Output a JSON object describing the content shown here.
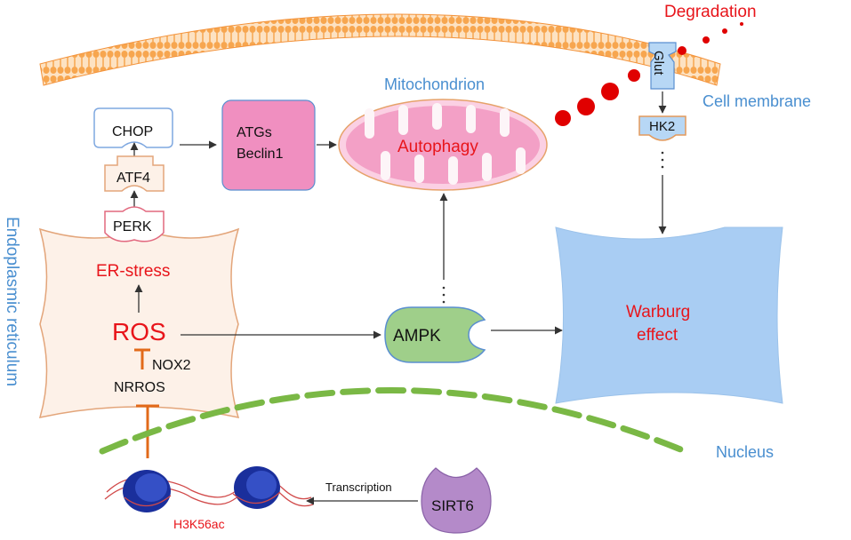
{
  "labels": {
    "degradation": "Degradation",
    "glut": "Glut",
    "cell_membrane": "Cell membrane",
    "mitochondrion": "Mitochondrion",
    "autophagy": "Autophagy",
    "hk2": "HK2",
    "chop": "CHOP",
    "atf4": "ATF4",
    "perk": "PERK",
    "atgs": "ATGs",
    "beclin1": "Beclin1",
    "er_stress": "ER-stress",
    "ros": "ROS",
    "nox2": "NOX2",
    "nrros": "NRROS",
    "ampk": "AMPK",
    "warburg_line1": "Warburg",
    "warburg_line2": "effect",
    "endoplasmic_reticulum": "Endoplasmic reticulum",
    "nucleus": "Nucleus",
    "sirt6": "SIRT6",
    "transcription": "Transcription",
    "h3k56ac": "H3K56ac"
  },
  "colors": {
    "red_text": "#e8151b",
    "blue_text": "#4a8fd0",
    "membrane": "#f7a64f",
    "er_fill": "#fdf1e8",
    "er_stroke": "#e3a57a",
    "mito_fill": "#f3a0c6",
    "atg_fill": "#f08fc0",
    "ampk_fill": "#9fcf8a",
    "warburg_fill": "#a9cdf3",
    "hk2_fill": "#b7d7f5",
    "nucleus_green": "#7ab845",
    "dna_blue": "#1a2f9c",
    "degradation_red": "#e00000"
  }
}
